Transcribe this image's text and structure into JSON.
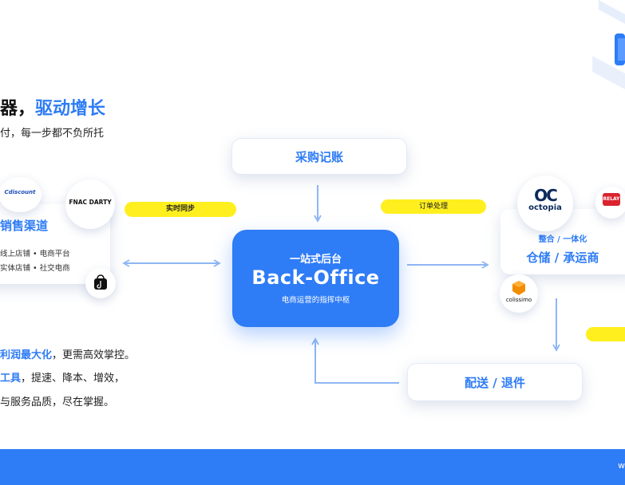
{
  "headline": {
    "part1": "器，",
    "part2": "驱动增长"
  },
  "subline": "付，每一步都不负所托",
  "nodes": {
    "purchase": "采购记账",
    "delivery": "配送 / 退件",
    "sales": {
      "title": "销售渠道",
      "line1": "线上店铺 • 电商平台",
      "line2": "实体店铺 • 社交电商"
    },
    "warehouse": {
      "subtitle": "整合 / 一体化",
      "title": "仓储 / 承运商"
    },
    "central": {
      "top": "一站式后台",
      "main": "Back-Office",
      "sub": "电商运营的指挥中枢"
    }
  },
  "tags": {
    "sync": "实时同步",
    "order": "订单处理"
  },
  "logos": {
    "cdiscount": "Cdiscount",
    "fnac": "FNAC DARTY",
    "octopia_mark": "OC",
    "octopia_name": "octopia",
    "relay": "RELAY",
    "colissimo": "colissimo"
  },
  "body": {
    "p1_accent": "利润最大化",
    "p1_rest": "，更需高效掌控。",
    "p2_accent": "工具",
    "p2_rest": "，提速、降本、增效，",
    "p3": "与服务品质，尽在掌握。"
  },
  "footer": {
    "text": "w"
  },
  "colors": {
    "accent": "#2e7cf6",
    "tag": "#ffef1f",
    "footer": "#2e7cf6"
  }
}
